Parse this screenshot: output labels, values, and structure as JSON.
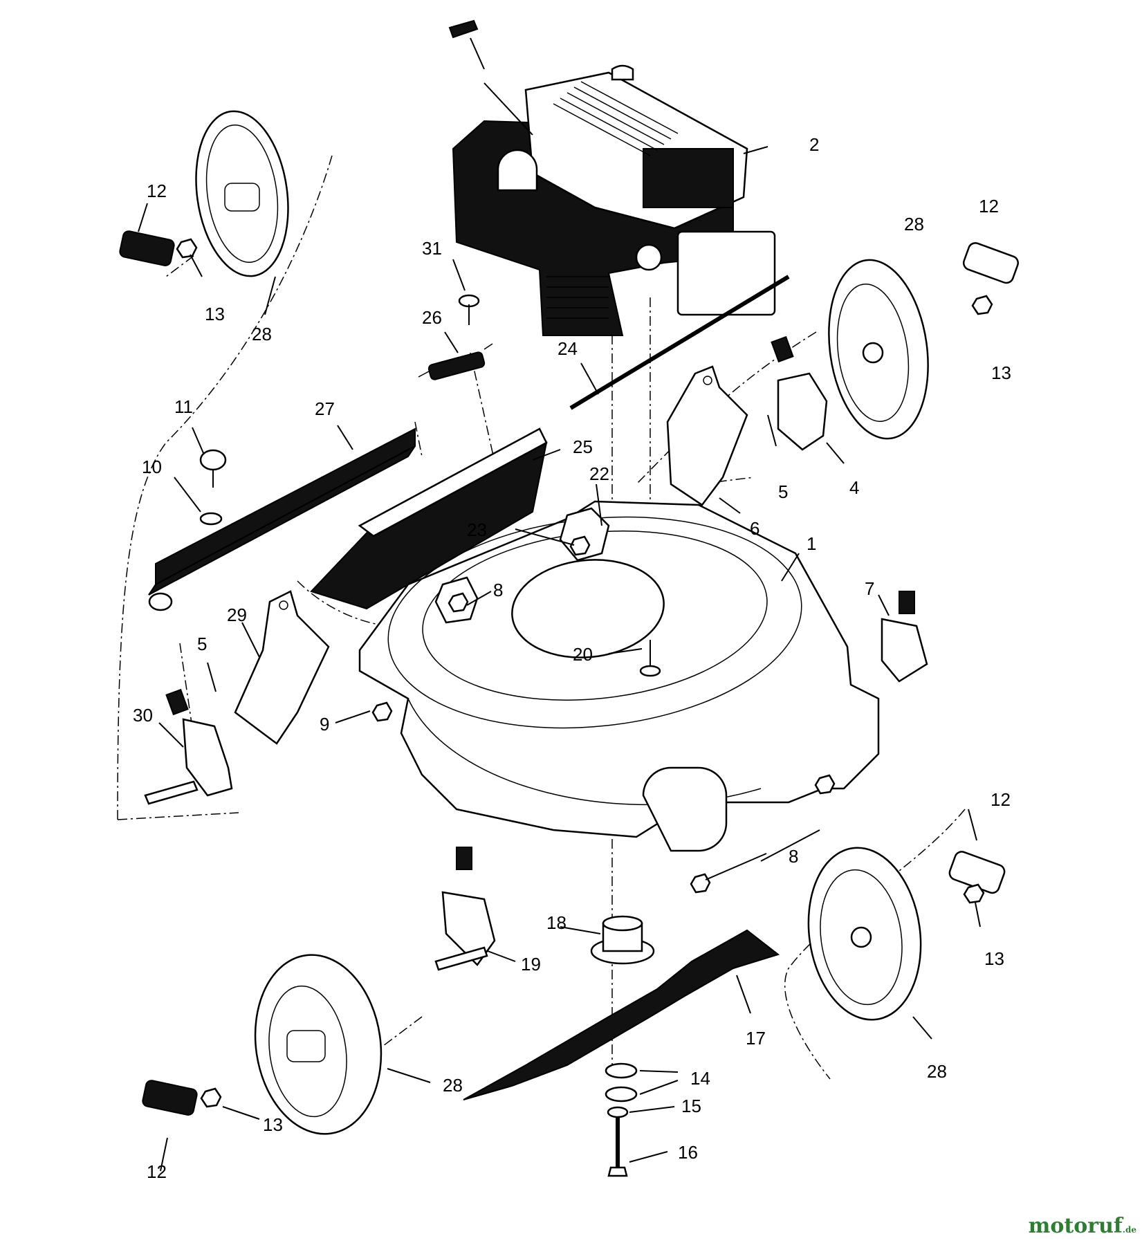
{
  "diagram": {
    "callouts": [
      "2",
      "12",
      "28",
      "13",
      "31",
      "26",
      "24",
      "27",
      "11",
      "10",
      "25",
      "22",
      "23",
      "5",
      "4",
      "6",
      "1",
      "8",
      "29",
      "7",
      "20",
      "30",
      "9",
      "18",
      "19",
      "17",
      "14",
      "15",
      "16"
    ]
  },
  "watermark": {
    "text": "motoruf",
    "suffix": ".de",
    "color": "#2f7d32"
  }
}
